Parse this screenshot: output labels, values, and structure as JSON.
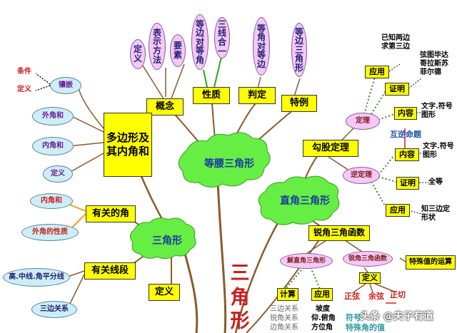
{
  "title": "三角形",
  "clouds": {
    "isosceles": "等腰三角形",
    "right": "直角三角形",
    "triangle": "三角形"
  },
  "concept": {
    "label": "概念",
    "definition": "定义",
    "representation": "表示方法",
    "elements": "要素"
  },
  "property": {
    "label": "性质",
    "equal_sides_angles": "等边对等角",
    "three_in_one": "三线合一"
  },
  "judgement": {
    "label": "判定",
    "equal_angles_sides": "等角对等边"
  },
  "special": {
    "label": "特例",
    "equilateral": "等边三角形"
  },
  "polygon": {
    "label": "多边形及其内角和",
    "exterior": "外角和",
    "interior": "内角和",
    "definition": "定义",
    "inlay": "镶嵌",
    "condition": "条件",
    "inlay_definition": "定义"
  },
  "angles": {
    "label": "有关的角",
    "interior": "内角和",
    "exterior_property": "外角的性质"
  },
  "segments": {
    "label": "有关线段",
    "lines": "高.中线.角平分线",
    "three_sides": "三边关系"
  },
  "definition": "定义",
  "pythagoras": {
    "label": "勾股定理",
    "theorem": "定理",
    "converse": "逆定理",
    "application": "应用",
    "app_note": "已知两边求第三边",
    "proof": "证明",
    "proof_note": "弦图毕达哥拉斯苏菲尔德",
    "content": "内容",
    "content_note": "文字.符号图形",
    "mutual": "互逆命题",
    "content2": "内容",
    "content2_note": "文字.符号图形",
    "proof2": "证明",
    "proof2_note": "全等",
    "application2": "应用",
    "app2_note": "知三边定形状"
  },
  "trig": {
    "label": "锐角三角函数",
    "solve": "解直角三角形",
    "acute": "锐角三角函数",
    "special_values": "特殊值的运算",
    "compute": "计算",
    "application": "应用",
    "compute_notes": [
      "三边关系",
      "锐角关系",
      "边角关系"
    ],
    "app_notes": [
      "坡度",
      "仰.俯角",
      "方位角"
    ],
    "definition": "定义",
    "sin": "正弦",
    "cos": "余弦",
    "tan": "正切",
    "symbol": "符号",
    "special_fn": "特殊角的值"
  },
  "watermark": "头条 @夫子有道",
  "colors": {
    "box": "#ffff00",
    "cloud": "#66ee44",
    "oval_cyan": "#cdeef3",
    "oval_pink": "#f7c8f5",
    "branch": "#8b5a2b",
    "title": "#c81e1e"
  }
}
